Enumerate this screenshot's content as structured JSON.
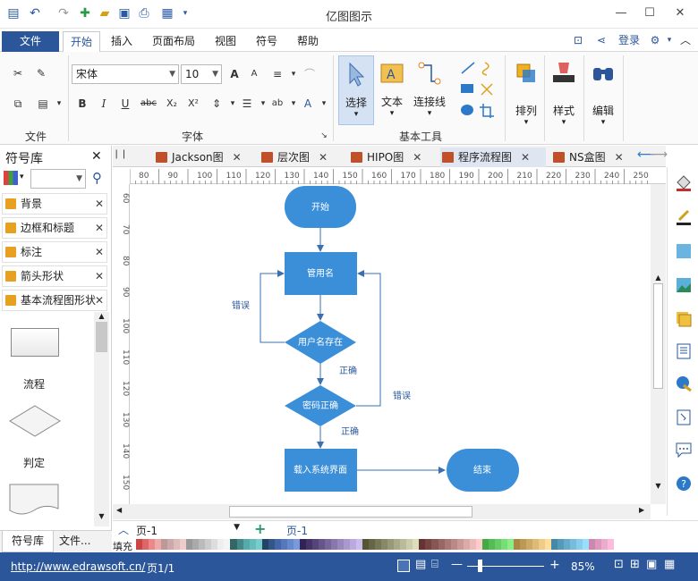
{
  "app": {
    "title": "亿图图示"
  },
  "menu": {
    "file": "文件",
    "tabs": [
      "开始",
      "插入",
      "页面布局",
      "视图",
      "符号",
      "帮助"
    ],
    "login": "登录"
  },
  "ribbon": {
    "groups": {
      "file": "文件",
      "font": "字体",
      "basic_tools": "基本工具"
    },
    "font_name": "宋体",
    "font_size": "10",
    "select": "选择",
    "text": "文本",
    "connector": "连接线",
    "arrange": "排列",
    "style": "样式",
    "edit": "编辑"
  },
  "library": {
    "title": "符号库",
    "items": [
      "背景",
      "边框和标题",
      "标注",
      "箭头形状",
      "基本流程图形状"
    ],
    "shapes": [
      "流程",
      "判定"
    ]
  },
  "left_tabs": [
    "符号库",
    "文件..."
  ],
  "doc_tabs": [
    "Jackson图",
    "层次图",
    "HIPO图",
    "程序流程图",
    "NS盒图"
  ],
  "ruler": {
    "h": [
      "80",
      "90",
      "100",
      "110",
      "120",
      "130",
      "140",
      "150",
      "160",
      "170",
      "180",
      "190",
      "200",
      "210",
      "220",
      "230",
      "240",
      "250"
    ],
    "v": [
      "60",
      "70",
      "80",
      "90",
      "100",
      "110",
      "120",
      "130",
      "140",
      "150"
    ]
  },
  "flowchart": {
    "start": "开始",
    "username": "管用名",
    "check_user": "用户名存在",
    "check_pwd": "密码正确",
    "load": "载入系统界面",
    "end": "结束",
    "error": "错误",
    "correct": "正确"
  },
  "page": {
    "selector": "页-1",
    "current": "页-1",
    "fill_label": "填充"
  },
  "status": {
    "url": "http://www.edrawsoft.cn/",
    "page_count": "页1/1",
    "zoom": "85%"
  },
  "colors": {
    "brand": "#2b579a",
    "shape": "#3b8fd8"
  }
}
